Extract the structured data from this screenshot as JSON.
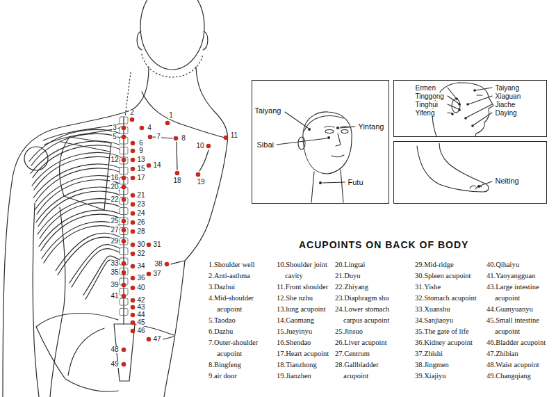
{
  "diagram": {
    "title": "ACUPOINTS ON BACK OF BODY",
    "nodes": [
      {
        "text": [
          "Taiyang",
          "Yintang",
          "Sibai",
          "Futu"
        ]
      },
      {
        "text": [
          "Ermen",
          "Tinggong",
          "Tinghui",
          "Yifeng",
          "Taiyang",
          "Xiaguan",
          "Jiache",
          "Daying"
        ]
      },
      {
        "text": [
          "Neiting"
        ]
      }
    ],
    "labels": [
      "1",
      "2",
      "3",
      "4",
      "5",
      "6",
      "7",
      "8",
      "9",
      "10",
      "11",
      "12",
      "13",
      "14",
      "15",
      "16",
      "17",
      "18",
      "19",
      "20",
      "21",
      "22",
      "23",
      "24",
      "25",
      "26",
      "27",
      "28",
      "29",
      "30",
      "31",
      "32",
      "33",
      "34",
      "35",
      "36",
      "37",
      "38",
      "39",
      "40",
      "41",
      "42",
      "43",
      "44",
      "45",
      "46",
      "47",
      "48",
      "49",
      "1.Shoulder well",
      "2.Anti-asthma",
      "3.Dazhui",
      "4.Mid-shoulder acupoint",
      "5.Taodao",
      "6.Dazhu",
      "7.Outer-shoulder acupoint",
      "8.Bingfeng",
      "9.air door",
      "10.Shoulder joint cavity",
      "11.Front shoulder",
      "12.She nzhu",
      "13.lung acupoint",
      "14.Gaomang",
      "15.Jueyinyu",
      "16.Shendao",
      "17.Heart acupoint",
      "18.Tianzhong",
      "19.Jianzhen",
      "20.Lingtai",
      "21.Duyu",
      "22.Zhiyang",
      "23.Diaphragm shu",
      "24.Lower stomach carpus acupoint",
      "25.Jinsuo",
      "26.Liver acupoint",
      "27.Centrum",
      "28.Gallbladder acupoint",
      "29.Mid-ridge",
      "30.Spleen acupoint",
      "31.Yishe",
      "32.Stomach acupoint",
      "33.Xuanshu",
      "34.Sanjiaoyu",
      "35.The gate of life",
      "36.Kidney acupoint",
      "37.Zhishi",
      "38.Jingmen",
      "39.Xiajiyu",
      "40.Qihaiyu",
      "41.Yaoyangguan",
      "43.Large intestine acupoint",
      "44.Guanyuanyu",
      "45.Small intestine acupoint",
      "46.Bladder acupoint",
      "47.Zhibian",
      "48.Waist acupoint",
      "49.Changqiang"
    ]
  }
}
